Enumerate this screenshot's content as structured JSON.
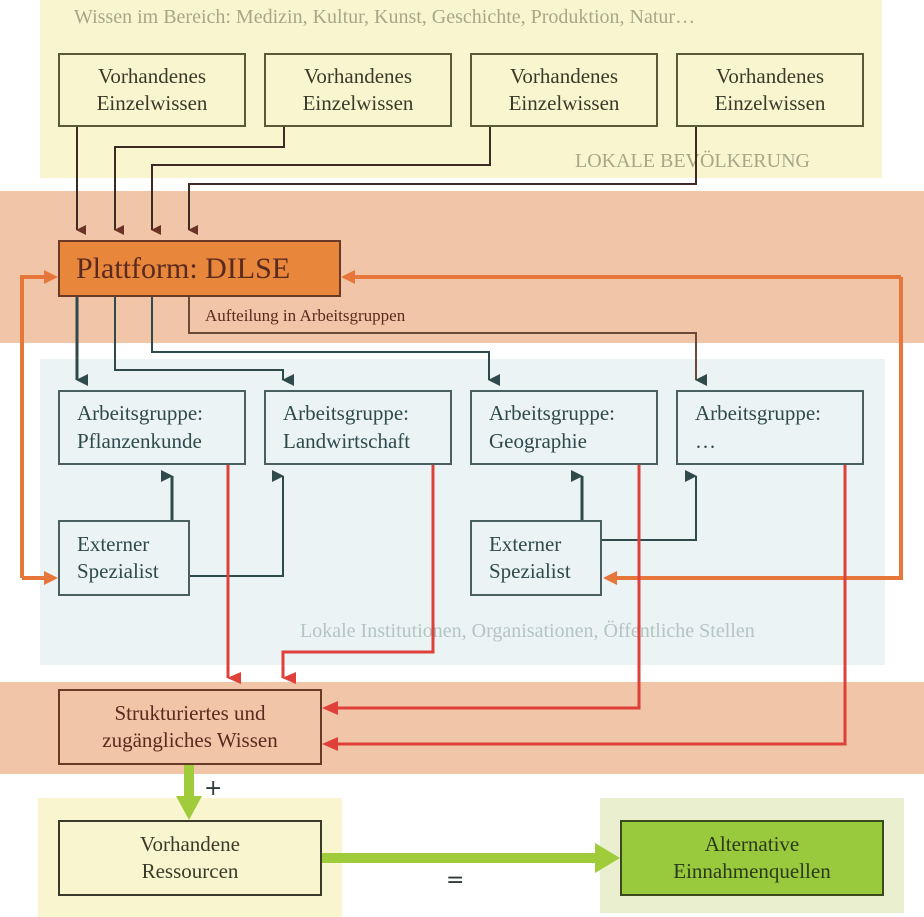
{
  "colors": {
    "band_yellow": "#f9f6cf",
    "band_orange": "#f1c5a7",
    "band_blue": "#ebf3f5",
    "band_green": "#eaf0cf",
    "platform_fill": "#e8873c",
    "alt_fill": "#99c93c",
    "arrow_dark": "#6b3226",
    "arrow_teal": "#2f4a4a",
    "arrow_orange": "#e6763a",
    "arrow_red": "#e0403a",
    "arrow_green": "#a0cc3c"
  },
  "top_band": {
    "title": "Wissen im Bereich: Medizin, Kultur, Kunst, Geschichte, Produktion, Natur…",
    "caption": "LOKALE BEVÖLKERUNG",
    "knowledge_boxes": [
      {
        "line1": "Vorhandenes",
        "line2": "Einzelwissen"
      },
      {
        "line1": "Vorhandenes",
        "line2": "Einzelwissen"
      },
      {
        "line1": "Vorhandenes",
        "line2": "Einzelwissen"
      },
      {
        "line1": "Vorhandenes",
        "line2": "Einzelwissen"
      }
    ]
  },
  "platform": {
    "label": "Plattform: DILSE",
    "split_label": "Aufteilung in Arbeitsgruppen"
  },
  "institutions_band": {
    "caption": "Lokale Institutionen, Organisationen, Öffentliche Stellen",
    "working_groups": [
      {
        "line1": "Arbeitsgruppe:",
        "line2": "Pflanzenkunde"
      },
      {
        "line1": "Arbeitsgruppe:",
        "line2": "Landwirtschaft"
      },
      {
        "line1": "Arbeitsgruppe:",
        "line2": "Geographie"
      },
      {
        "line1": "Arbeitsgruppe:",
        "line2": "…"
      }
    ],
    "specialists": [
      {
        "line1": "Externer",
        "line2": "Spezialist"
      },
      {
        "line1": "Externer",
        "line2": "Spezialist"
      }
    ]
  },
  "knowledge_result": {
    "line1": "Strukturiertes und",
    "line2": "zugängliches Wissen"
  },
  "resources": {
    "line1": "Vorhandene",
    "line2": "Ressourcen"
  },
  "outcome": {
    "line1": "Alternative",
    "line2": "Einnahmenquellen"
  },
  "operators": {
    "plus": "+",
    "equals": "="
  }
}
